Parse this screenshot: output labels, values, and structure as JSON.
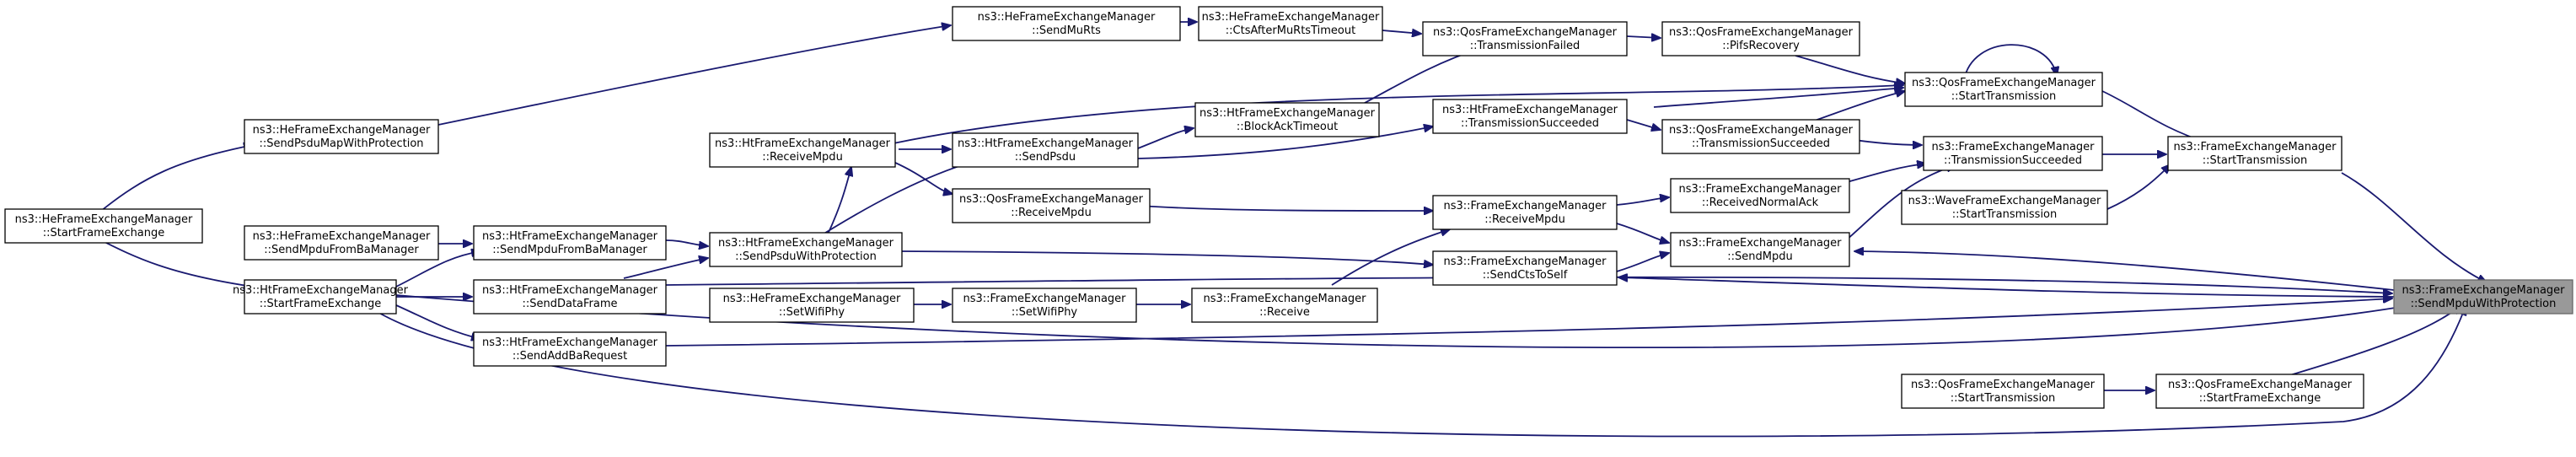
{
  "colors": {
    "edge": "#191970",
    "node_fill": "#ffffff",
    "node_stroke": "#000000",
    "focus_fill": "#999999",
    "focus_stroke": "#666666"
  },
  "nodes": {
    "sendMpduWithProtection": [
      "ns3::FrameExchangeManager",
      "::SendMpduWithProtection"
    ],
    "feStartTransmission": [
      "ns3::FrameExchangeManager",
      "::StartTransmission"
    ],
    "feTransmissionSucceeded": [
      "ns3::FrameExchangeManager",
      "::TransmissionSucceeded"
    ],
    "feSendMpdu": [
      "ns3::FrameExchangeManager",
      "::SendMpdu"
    ],
    "feReceiveMpdu": [
      "ns3::FrameExchangeManager",
      "::ReceiveMpdu"
    ],
    "feSendCtsToSelf": [
      "ns3::FrameExchangeManager",
      "::SendCtsToSelf"
    ],
    "feReceivedNormalAck": [
      "ns3::FrameExchangeManager",
      "::ReceivedNormalAck"
    ],
    "feReceive": [
      "ns3::FrameExchangeManager",
      "::Receive"
    ],
    "feSetWifiPhy": [
      "ns3::FrameExchangeManager",
      "::SetWifiPhy"
    ],
    "qosStartTransmission": [
      "ns3::QosFrameExchangeManager",
      "::StartTransmission"
    ],
    "qosTransmissionFailed": [
      "ns3::QosFrameExchangeManager",
      "::TransmissionFailed"
    ],
    "qosPifsRecovery": [
      "ns3::QosFrameExchangeManager",
      "::PifsRecovery"
    ],
    "qosTransmissionSucceeded": [
      "ns3::QosFrameExchangeManager",
      "::TransmissionSucceeded"
    ],
    "qosReceiveMpdu": [
      "ns3::QosFrameExchangeManager",
      "::ReceiveMpdu"
    ],
    "qosStartFrameExchange": [
      "ns3::QosFrameExchangeManager",
      "::StartFrameExchange"
    ],
    "qosStartTransmission2": [
      "ns3::QosFrameExchangeManager",
      "::StartTransmission"
    ],
    "waveStartTransmission": [
      "ns3::WaveFrameExchangeManager",
      "::StartTransmission"
    ],
    "htTransmissionSucceeded": [
      "ns3::HtFrameExchangeManager",
      "::TransmissionSucceeded"
    ],
    "htBlockAckTimeout": [
      "ns3::HtFrameExchangeManager",
      "::BlockAckTimeout"
    ],
    "htSendPsdu": [
      "ns3::HtFrameExchangeManager",
      "::SendPsdu"
    ],
    "htReceiveMpdu": [
      "ns3::HtFrameExchangeManager",
      "::ReceiveMpdu"
    ],
    "htSendPsduWithProtection": [
      "ns3::HtFrameExchangeManager",
      "::SendPsduWithProtection"
    ],
    "htSendMpduFromBaManager": [
      "ns3::HtFrameExchangeManager",
      "::SendMpduFromBaManager"
    ],
    "htSendDataFrame": [
      "ns3::HtFrameExchangeManager",
      "::SendDataFrame"
    ],
    "htSendAddBaRequest": [
      "ns3::HtFrameExchangeManager",
      "::SendAddBaRequest"
    ],
    "htStartFrameExchange": [
      "ns3::HtFrameExchangeManager",
      "::StartFrameExchange"
    ],
    "heSendMuRts": [
      "ns3::HeFrameExchangeManager",
      "::SendMuRts"
    ],
    "heCtsAfterMuRtsTimeout": [
      "ns3::HeFrameExchangeManager",
      "::CtsAfterMuRtsTimeout"
    ],
    "heSendPsduMapWithProtection": [
      "ns3::HeFrameExchangeManager",
      "::SendPsduMapWithProtection"
    ],
    "heStartFrameExchange": [
      "ns3::HeFrameExchangeManager",
      "::StartFrameExchange"
    ],
    "heSendMpduFromBaManager": [
      "ns3::HeFrameExchangeManager",
      "::SendMpduFromBaManager"
    ],
    "heSetWifiPhy": [
      "ns3::HeFrameExchangeManager",
      "::SetWifiPhy"
    ]
  }
}
